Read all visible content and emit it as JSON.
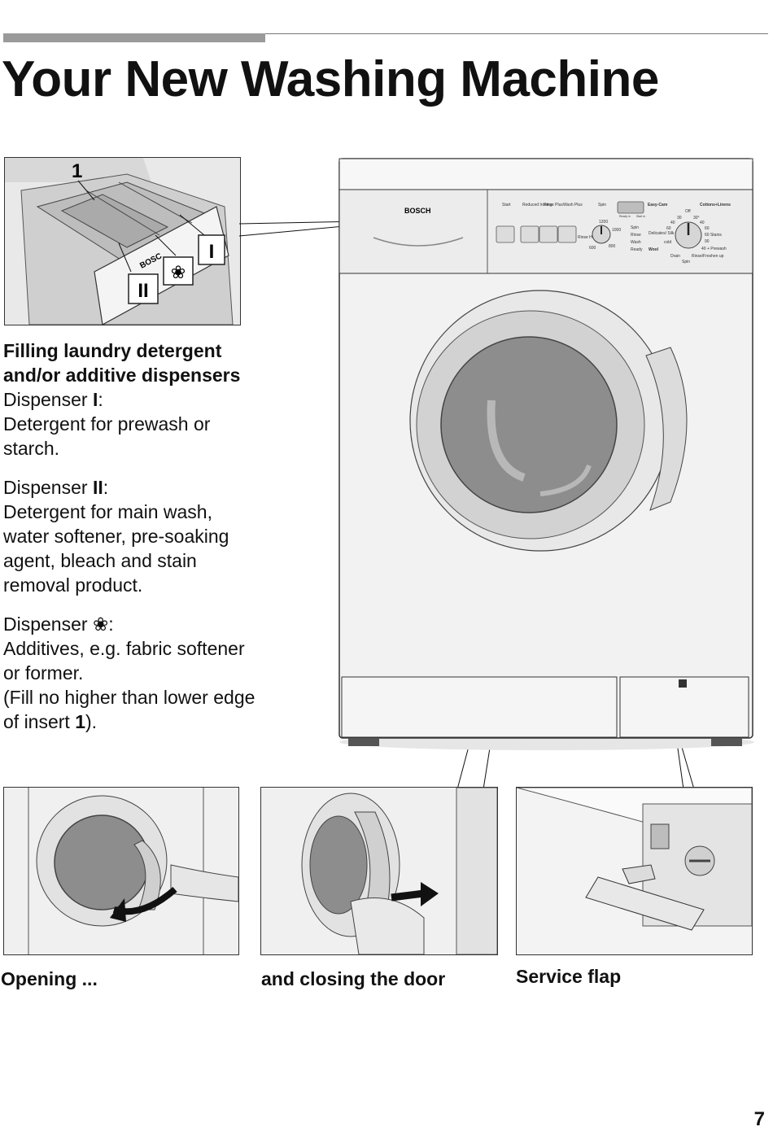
{
  "page": {
    "title": "Your New Washing Machine",
    "page_number": "7"
  },
  "detergent_section": {
    "heading_line1": "Filling laundry detergent",
    "heading_line2": "and/or additive dispensers",
    "d1_prefix": "Dispenser ",
    "d1_symbol": "I",
    "d1_suffix": ":",
    "d1_desc": "Detergent for prewash or starch.",
    "d2_prefix": "Dispenser ",
    "d2_symbol": "II",
    "d2_suffix": ":",
    "d2_desc": "Detergent for main wash, water softener, pre-soaking agent, bleach and stain removal product.",
    "d3_prefix": "Dispenser ",
    "d3_symbol": "❀",
    "d3_suffix": ":",
    "d3_desc": "Additives, e.g. fabric softener or former.",
    "d3_note_prefix": "(Fill no higher than lower edge of insert ",
    "d3_note_bold": "1",
    "d3_note_suffix": ")."
  },
  "dispenser_figure": {
    "label_insert": "1",
    "label_I": "I",
    "label_II": "II",
    "brand_on_drawer": "BOSC"
  },
  "machine": {
    "brand": "BOSCH",
    "buttons": [
      "Start",
      "Reduced Ironing",
      "Rinse Plus",
      "Wash Plus"
    ],
    "spin_label": "Spin",
    "spin_values": [
      "1200",
      "1000",
      "800",
      "600"
    ],
    "rinse_hold": "Rinse Hold",
    "status_lights": [
      "Spin",
      "Rinse",
      "Wash",
      "Ready"
    ],
    "display_labels": [
      "Ready in",
      "Start in"
    ],
    "programs_left": "Easy-Care",
    "programs_right": "Cottons+Linens",
    "delicates": "Delicates/ Silk",
    "cold": "cold",
    "wool": "Wool",
    "off": "Off",
    "temps_left": [
      "30",
      "40",
      "60"
    ],
    "temps_right": [
      "30°",
      "40",
      "60",
      "60 Stains",
      "90",
      "40 + Prewash"
    ],
    "drain": "Drain",
    "rinse_freshen": "Rinse/Freshen up",
    "spin_bottom": "Spin"
  },
  "captions": {
    "opening": "Opening ...",
    "closing": "and closing the door",
    "service": "Service flap"
  },
  "colors": {
    "rule": "#9a9a9a",
    "machine_body": "#f2f2f2",
    "door_glass": "#8d8d8d"
  }
}
